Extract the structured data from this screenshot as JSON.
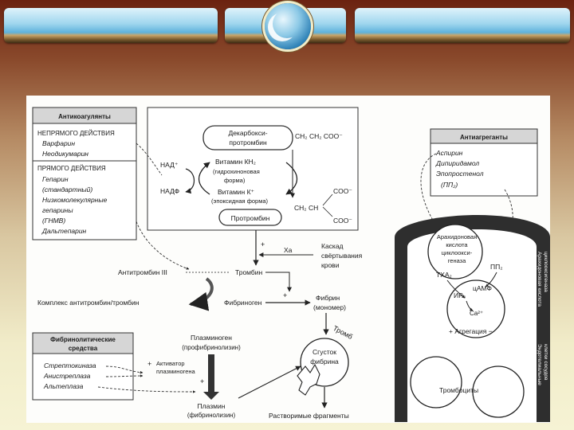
{
  "anticoag": {
    "title": "Антикоагулянты",
    "indirect_heading": "НЕПРЯМОГО ДЕЙСТВИЯ",
    "indirect": [
      "Варфарин",
      "Неодикумарин"
    ],
    "direct_heading": "ПРЯМОГО ДЕЙСТВИЯ",
    "direct": [
      "Гепарин",
      "(стандартный)",
      "Низкомолекулярные",
      "гепарины",
      "(ГНМВ)",
      "Дальтепарин"
    ]
  },
  "vitk": {
    "decarboxy": [
      "Декарбокси-",
      "протромбин"
    ],
    "formula_top": "CH₂ CH₂ COO⁻",
    "nad_plus": "НАД⁺",
    "nadh": "НАДФ",
    "vitamin_kh2": [
      "Витамин КН₂",
      "(гидрохиноновая",
      "форма)"
    ],
    "vitamin_k": [
      "Витамин К⁺",
      "(эпоксидная форма)"
    ],
    "coo1": "COO⁻",
    "coo2": "COO⁻",
    "ch2ch": "CH₂ CH",
    "prothrombin": "Протромбин"
  },
  "cascade": {
    "plus": "+",
    "xa": "Xa",
    "cascade_label": [
      "Каскад",
      "свёртывания",
      "крови"
    ],
    "antithrombin": "Антитромбин III",
    "thrombin": "Тромбин",
    "complex": "Комплекс антитромбин/тромбин",
    "fibrinogen": "Фибриноген",
    "fibrin_plus": "+",
    "fibrin_monomer": [
      "Фибрин",
      "(мономер)"
    ],
    "thromb_curve": "Тромб",
    "clot": [
      "Сгусток",
      "фибрина"
    ],
    "soluble": "Растворимые фрагменты"
  },
  "fibrino": {
    "title": [
      "Фибринолитические",
      "средства"
    ],
    "drugs": [
      "Стрептокиназа",
      "Анистреплаза",
      "Альтеплаза"
    ],
    "plasminogen": [
      "Плазминоген",
      "(профибринолизин)"
    ],
    "activator_plus": "+",
    "activator": [
      "Активатор",
      "плазминогена"
    ],
    "plus2": "+",
    "plasmin": [
      "Плазмин",
      "(фибринолизин)"
    ]
  },
  "antiagg": {
    "title": "Антиагреганты",
    "drugs": [
      "Аспирин",
      "Дипиридамол",
      "Эпопростенол",
      "(ПП₂)"
    ]
  },
  "platelet": {
    "arach": [
      "Арахидоновая",
      "кислота",
      "циклоокси-",
      "геназа"
    ],
    "txa2": "TXA₂",
    "pp2": "ПП₂",
    "camp": "цАМФ",
    "ip3": "ИР₃",
    "ca": "Ca²⁺",
    "aggregation": "+ Агрегация −",
    "thrombocytes": "Тромбоциты",
    "side_top": [
      "Арахидоновая кислота",
      "циклооксигеназа"
    ],
    "side_bottom": [
      "Эндотелиальные",
      "клетки сосудов"
    ]
  }
}
